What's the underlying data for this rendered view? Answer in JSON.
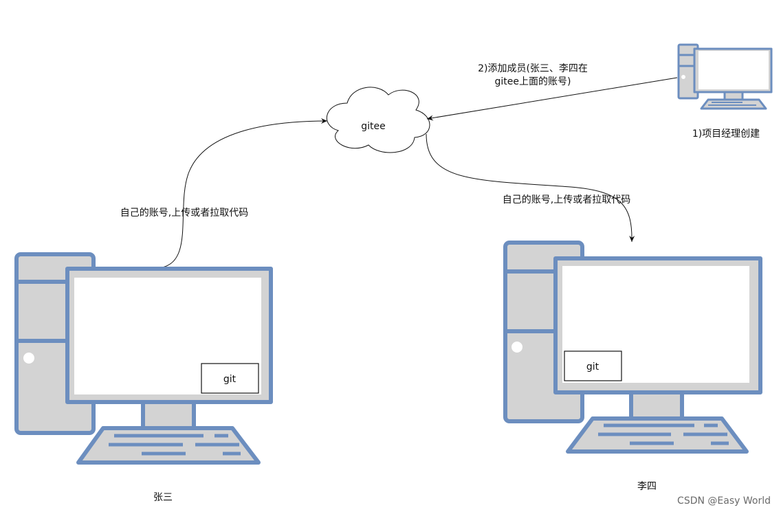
{
  "cloud": {
    "label": "gitee"
  },
  "manager": {
    "caption": "1)项目经理创建"
  },
  "add_members": {
    "line1": "2)添加成员(张三、李四在",
    "line2": "gitee上面的账号)"
  },
  "left_flow_label": "自己的账号,上传或者拉取代码",
  "right_flow_label": "自己的账号,上传或者拉取代码",
  "left_computer": {
    "caption": "张三",
    "box_label": "git"
  },
  "right_computer": {
    "caption": "李四",
    "box_label": "git"
  },
  "watermark": "CSDN @Easy World",
  "colors": {
    "frame": "#6c8ebf",
    "fill": "#d3d3d3",
    "screen": "#ffffff",
    "line": "#111111"
  }
}
